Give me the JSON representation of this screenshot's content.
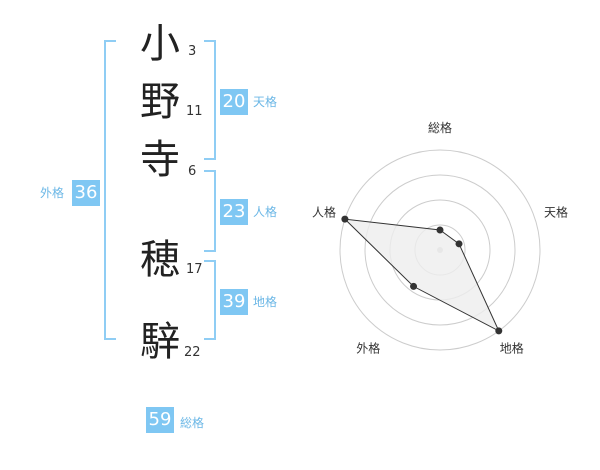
{
  "name": {
    "chars": [
      {
        "char": "小",
        "strokes": "3"
      },
      {
        "char": "野",
        "strokes": "11"
      },
      {
        "char": "寺",
        "strokes": "6"
      },
      {
        "char": "穂",
        "strokes": "17"
      },
      {
        "char": "騂",
        "strokes": "22"
      }
    ]
  },
  "scores": {
    "tenkaku": {
      "value": "20",
      "label": "天格"
    },
    "jinkaku": {
      "value": "23",
      "label": "人格"
    },
    "chikaku": {
      "value": "39",
      "label": "地格"
    },
    "gaikaku": {
      "value": "36",
      "label": "外格"
    },
    "soukaku": {
      "value": "59",
      "label": "総格"
    }
  },
  "chart_data": {
    "type": "radar",
    "axes": [
      "総格",
      "天格",
      "地格",
      "外格",
      "人格"
    ],
    "rings": 4,
    "values": [
      0.2,
      0.2,
      1.0,
      0.45,
      1.0
    ],
    "colors": {
      "fill": "#eeeeee",
      "line": "#333333",
      "grid": "#cccccc"
    }
  }
}
